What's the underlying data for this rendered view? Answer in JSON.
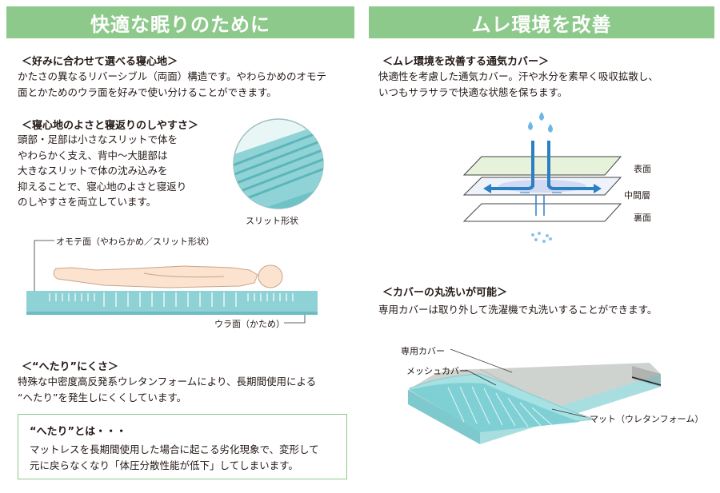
{
  "left": {
    "banner": "快適な眠りのために",
    "s1": {
      "heading": "＜好みに合わせて選べる寝心地＞",
      "body": [
        "かたさの異なるリバーシブル（両面）構造です。やわらかめのオモテ",
        "面とかためのウラ面を好みで使い分けることができます。"
      ]
    },
    "s2": {
      "heading": "＜寝心地のよさと寝返りのしやすさ＞",
      "body": [
        "頭部・足部は小さなスリットで体を",
        "やわらかく支え、背中～大腿部は",
        "大きなスリットで体の沈み込みを",
        "抑えることで、寝心地のよさと寝返り",
        "のしやすさを両立しています。"
      ],
      "slit_caption": "スリット形状",
      "top_label": "オモテ面（やわらかめ／スリット形状）",
      "bottom_label": "ウラ面（かため）"
    },
    "s3": {
      "heading": "＜“へたり”にくさ＞",
      "body": [
        "特殊な中密度高反発系ウレタンフォームにより、長期間使用による",
        "“へたり”を発生しにくくしています。"
      ]
    },
    "note": {
      "title": "“へたり”とは・・・",
      "body": [
        "マットレスを長期間使用した場合に起こる劣化現象で、変形して",
        "元に戻らなくなり「体圧分散性能が低下」してしまいます。"
      ]
    }
  },
  "right": {
    "banner": "ムレ環境を改善",
    "s1": {
      "heading": "＜ムレ環境を改善する通気カバー＞",
      "body": [
        "快適性を考慮した通気カバー。汗や水分を素早く吸収拡散し、",
        "いつもサラサラで快適な状態を保ちます。"
      ],
      "layers": [
        "表面",
        "中間層",
        "裏面"
      ]
    },
    "s2": {
      "heading": "＜カバーの丸洗いが可能＞",
      "body": [
        "専用カバーは取り外して洗濯機で丸洗いすることができます。"
      ],
      "labels": [
        "専用カバー",
        "メッシュカバー",
        "マット（ウレタンフォーム）"
      ]
    }
  },
  "colors": {
    "banner": "#8cc98a",
    "water": "#2b7fc3",
    "foam": "#7fcfd3"
  }
}
